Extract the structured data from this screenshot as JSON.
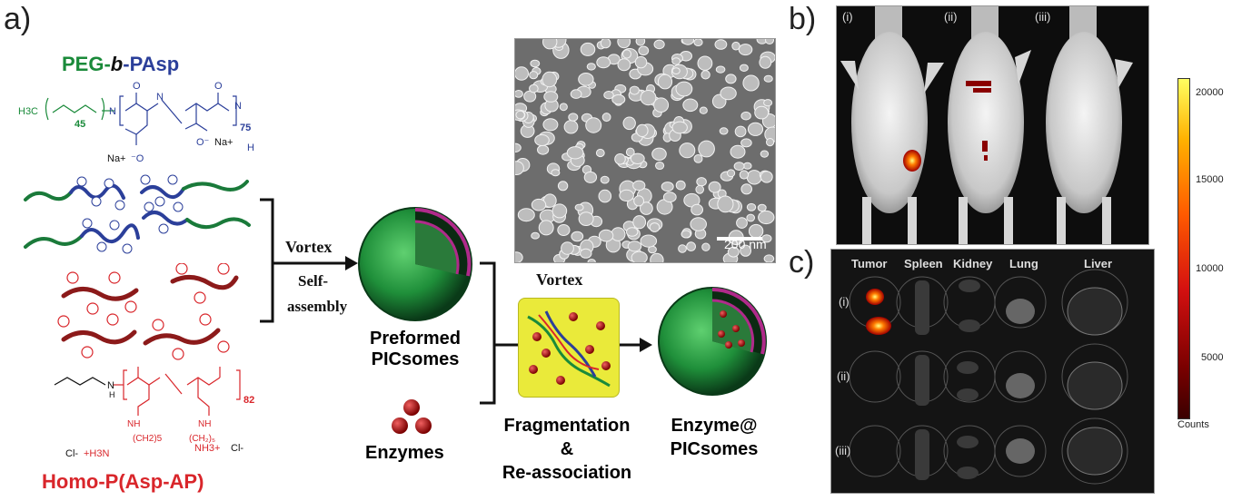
{
  "panel_labels": {
    "a": "a)",
    "b": "b)",
    "c": "c)"
  },
  "polymer1": {
    "prefix": "PEG-",
    "middle": "b",
    "suffix": "-PAsp",
    "peg_repeat": "45",
    "pasp_repeat": "75",
    "h3c": "H3C",
    "na1": "Na+",
    "na2": "Na+",
    "h_end": "H"
  },
  "polymer2": {
    "name": "Homo-P(Asp-AP)",
    "repeat": "82",
    "ch2": "(CH2)5",
    "nh3": "NH3+",
    "cl1": "Cl-",
    "cl2": "Cl-",
    "h3n": "+H3N"
  },
  "step1": {
    "line1": "Vortex",
    "line2": "Self-",
    "line3": "assembly"
  },
  "preformed": {
    "line1": "Preformed",
    "line2": "PICsomes"
  },
  "enzymes": "Enzymes",
  "step2": {
    "vortex": "Vortex",
    "line1": "Fragmentation",
    "line2": "&",
    "line3": "Re-association"
  },
  "product": {
    "line1": "Enzyme@",
    "line2": "PICsomes"
  },
  "tem": {
    "scalebar": "200 nm"
  },
  "panel_b": {
    "mice": [
      "(i)",
      "(ii)",
      "(iii)"
    ]
  },
  "panel_c": {
    "organs": [
      "Tumor",
      "Spleen",
      "Kidney",
      "Lung",
      "Liver"
    ],
    "rows": [
      "(i)",
      "(ii)",
      "(iii)"
    ]
  },
  "colorbar": {
    "ticks": [
      "20000",
      "15000",
      "10000",
      "5000"
    ],
    "unit": "Counts"
  },
  "colors": {
    "peg_green": "#1a8a3a",
    "pasp_blue": "#2b3f9a",
    "cation_red": "#d9262b"
  }
}
